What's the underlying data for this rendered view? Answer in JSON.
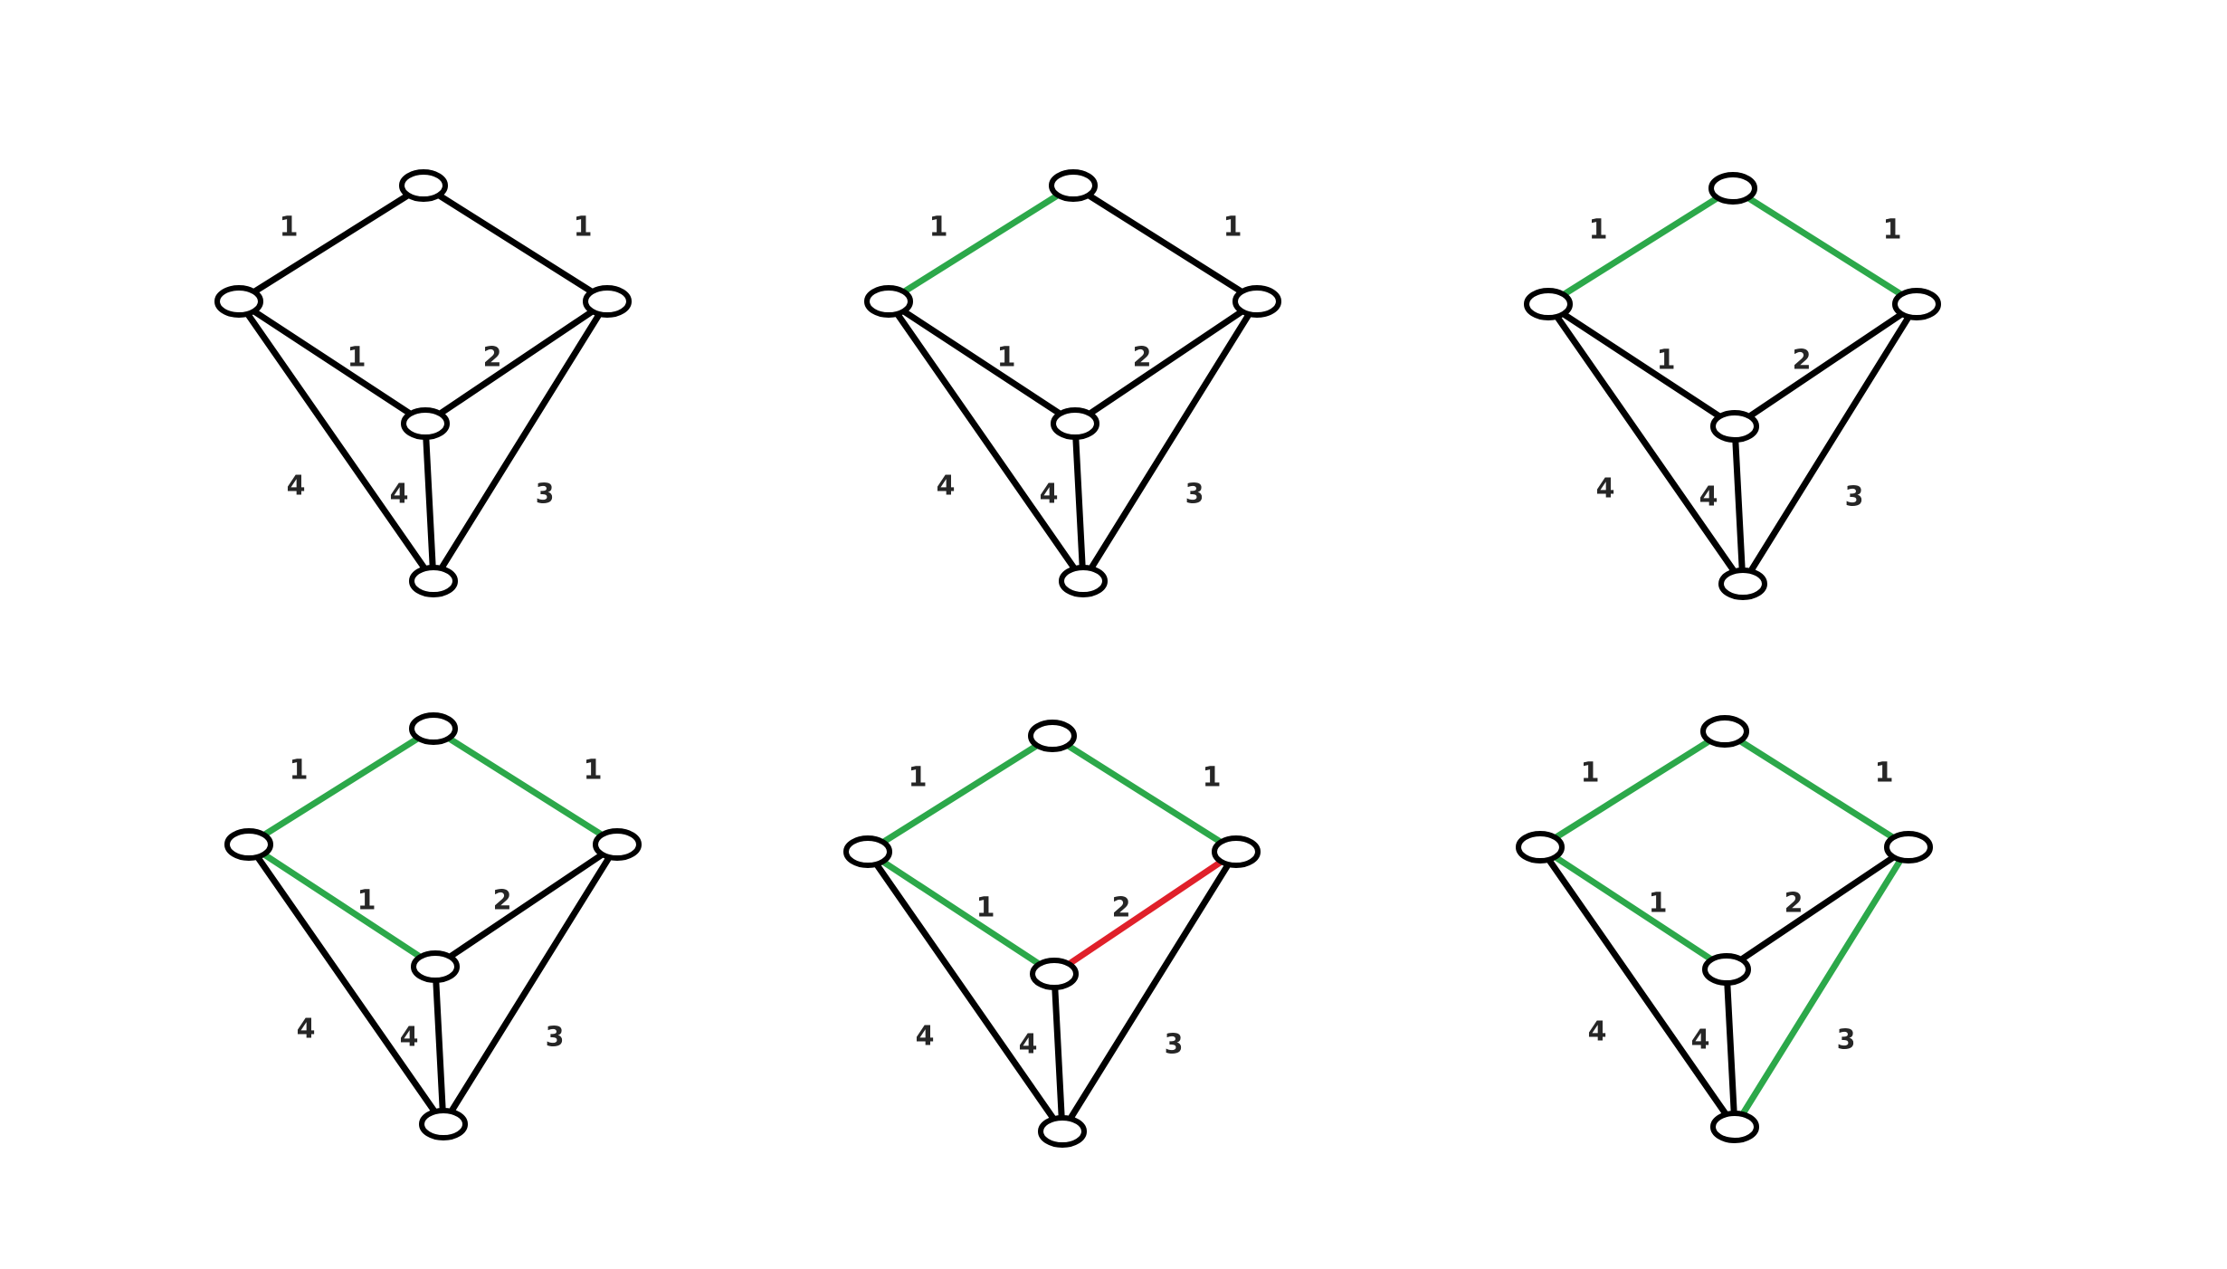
{
  "colors": {
    "background": "#ffffff",
    "edge_default": "#000000",
    "edge_selected": "#2ca84a",
    "edge_rejected": "#e0202a",
    "node_stroke": "#000000",
    "node_fill": "#ffffff",
    "label": "#262626"
  },
  "graph": {
    "nodes": [
      "top",
      "left",
      "right",
      "center",
      "bottom"
    ],
    "edges": [
      {
        "id": "top-left",
        "from": "top",
        "to": "left",
        "weight": "1"
      },
      {
        "id": "top-right",
        "from": "top",
        "to": "right",
        "weight": "1"
      },
      {
        "id": "left-center",
        "from": "left",
        "to": "center",
        "weight": "1"
      },
      {
        "id": "right-center",
        "from": "right",
        "to": "center",
        "weight": "2"
      },
      {
        "id": "left-bottom",
        "from": "left",
        "to": "bottom",
        "weight": "4"
      },
      {
        "id": "center-bottom",
        "from": "center",
        "to": "bottom",
        "weight": "4"
      },
      {
        "id": "right-bottom",
        "from": "right",
        "to": "bottom",
        "weight": "3"
      }
    ]
  },
  "panels": [
    {
      "id": "step-1",
      "edge_states": {}
    },
    {
      "id": "step-2",
      "edge_states": {
        "top-left": "selected"
      }
    },
    {
      "id": "step-3",
      "edge_states": {
        "top-left": "selected",
        "top-right": "selected"
      }
    },
    {
      "id": "step-4",
      "edge_states": {
        "top-left": "selected",
        "top-right": "selected",
        "left-center": "selected"
      }
    },
    {
      "id": "step-5",
      "edge_states": {
        "top-left": "selected",
        "top-right": "selected",
        "left-center": "selected",
        "right-center": "rejected"
      }
    },
    {
      "id": "step-6",
      "edge_states": {
        "top-left": "selected",
        "top-right": "selected",
        "left-center": "selected",
        "right-bottom": "selected"
      }
    }
  ]
}
